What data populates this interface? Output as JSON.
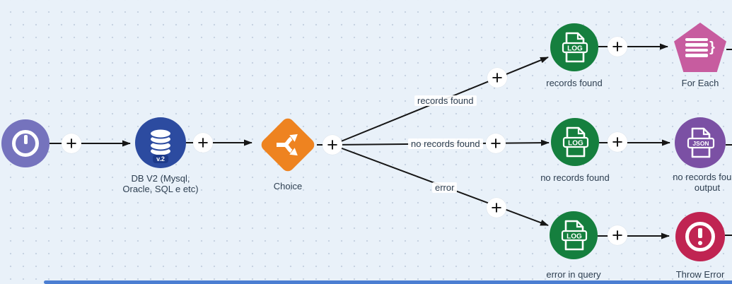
{
  "canvas": {
    "background_color": "#e9f1f9",
    "grid_dot_color": "#c7d3e2",
    "connector_color": "#161616",
    "scrollbar_color": "#4b7ed2"
  },
  "nodes": {
    "trigger": {
      "icon": "clock-icon",
      "color": "#7573bd"
    },
    "db": {
      "icon": "database-icon",
      "color": "#2c4ba0",
      "badge": "v.2",
      "label": [
        "DB V2 (Mysql,",
        "Oracle, SQL e etc)"
      ]
    },
    "choice": {
      "icon": "branch-icon",
      "color": "#ee8320",
      "label": "Choice"
    },
    "log_records": {
      "icon": "log-file-icon",
      "icon_text": "LOG",
      "color": "#157f3e",
      "label": "records found"
    },
    "for_each": {
      "icon": "list-brace-icon",
      "color": "#c75c9f",
      "label": "For Each"
    },
    "log_no_records": {
      "icon": "log-file-icon",
      "icon_text": "LOG",
      "color": "#157f3e",
      "label": "no records found"
    },
    "json_output": {
      "icon": "json-file-icon",
      "icon_text": "JSON",
      "color": "#7b50a4",
      "label": [
        "no records found",
        "output"
      ]
    },
    "log_error": {
      "icon": "log-file-icon",
      "icon_text": "LOG",
      "color": "#157f3e",
      "label": "error in query"
    },
    "throw_error": {
      "icon": "exclamation-icon",
      "color": "#c02452",
      "label": "Throw Error"
    }
  },
  "branch_labels": {
    "top": "records found",
    "middle": "no records found",
    "bottom": "error"
  },
  "add_button_glyph": "+",
  "for_each_brace": "}"
}
